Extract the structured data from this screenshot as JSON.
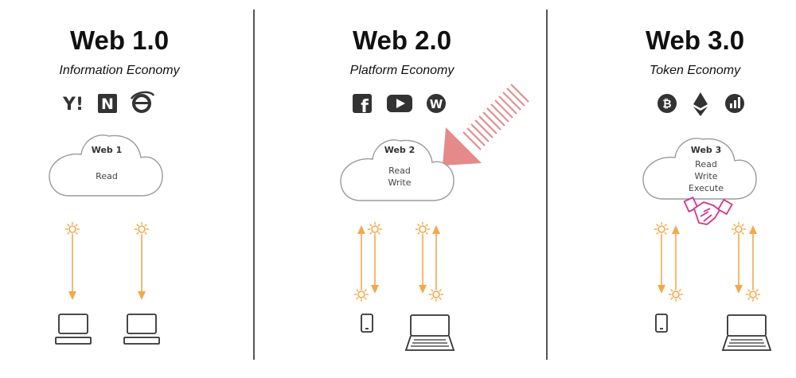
{
  "columns": [
    {
      "title": "Web 1.0",
      "subtitle": "Information Economy",
      "cloud_title": "Web 1",
      "cloud_lines": [
        "Read"
      ],
      "icons": [
        "yahoo-icon",
        "netscape-icon",
        "internet-explorer-icon"
      ],
      "yahoo_text": "Y!",
      "netscape_text": "N"
    },
    {
      "title": "Web 2.0",
      "subtitle": "Platform Economy",
      "cloud_title": "Web 2",
      "cloud_lines": [
        "Read",
        "Write"
      ],
      "icons": [
        "facebook-icon",
        "youtube-icon",
        "wordpress-icon"
      ],
      "facebook_text": "f",
      "wordpress_text": "W"
    },
    {
      "title": "Web 3.0",
      "subtitle": "Token Economy",
      "cloud_title": "Web 3",
      "cloud_lines": [
        "Read",
        "Write",
        "Execute"
      ],
      "icons": [
        "bitcoin-icon",
        "ethereum-icon",
        "chart-token-icon"
      ],
      "bitcoin_text": "₿"
    }
  ],
  "colors": {
    "arrow": "#f5a84a",
    "cloud_stroke": "#9a9a9a",
    "highlight_arrow": "#e58a8a",
    "handshake": "#d6338a"
  }
}
